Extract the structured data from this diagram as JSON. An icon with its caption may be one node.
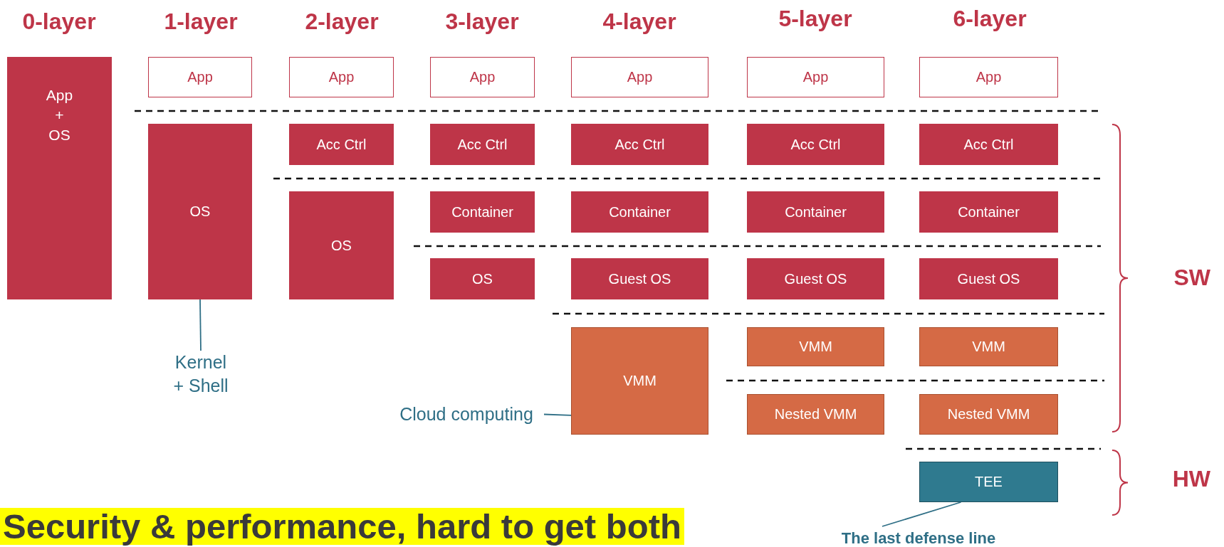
{
  "diagram": {
    "nodes": [
      {
        "text": [
          "App + OS"
        ]
      },
      {
        "text": [
          "App"
        ]
      },
      {
        "text": [
          "App"
        ]
      },
      {
        "text": [
          "App"
        ]
      },
      {
        "text": [
          "App"
        ]
      },
      {
        "text": [
          "App"
        ]
      },
      {
        "text": [
          "App"
        ]
      },
      {
        "text": [
          "OS"
        ]
      },
      {
        "text": [
          "Acc Ctrl"
        ]
      },
      {
        "text": [
          "Acc Ctrl"
        ]
      },
      {
        "text": [
          "Acc Ctrl"
        ]
      },
      {
        "text": [
          "Acc Ctrl"
        ]
      },
      {
        "text": [
          "Acc Ctrl"
        ]
      },
      {
        "text": [
          "OS"
        ]
      },
      {
        "text": [
          "Container"
        ]
      },
      {
        "text": [
          "Container"
        ]
      },
      {
        "text": [
          "Container"
        ]
      },
      {
        "text": [
          "Container"
        ]
      },
      {
        "text": [
          "OS"
        ]
      },
      {
        "text": [
          "Guest OS"
        ]
      },
      {
        "text": [
          "Guest OS"
        ]
      },
      {
        "text": [
          "Guest OS"
        ]
      },
      {
        "text": [
          "VMM"
        ]
      },
      {
        "text": [
          "VMM"
        ]
      },
      {
        "text": [
          "VMM"
        ]
      },
      {
        "text": [
          "Nested VMM"
        ]
      },
      {
        "text": [
          "Nested VMM"
        ]
      },
      {
        "text": [
          "TEE"
        ]
      },
      {
        "text": [
          "Kernel + Shell"
        ]
      },
      {
        "text": [
          "Cloud computing"
        ]
      },
      {
        "text": [
          "The last defense line"
        ]
      }
    ],
    "edges": [
      {
        "from": 28,
        "to": 7,
        "arrow": "none"
      },
      {
        "from": 29,
        "to": 22,
        "arrow": "none"
      },
      {
        "from": 30,
        "to": 27,
        "arrow": "none"
      }
    ],
    "labels": [
      "0-layer",
      "1-layer",
      "2-layer",
      "3-layer",
      "4-layer",
      "5-layer",
      "6-layer",
      "SW",
      "HW",
      "Security & performance, hard to get both"
    ]
  }
}
